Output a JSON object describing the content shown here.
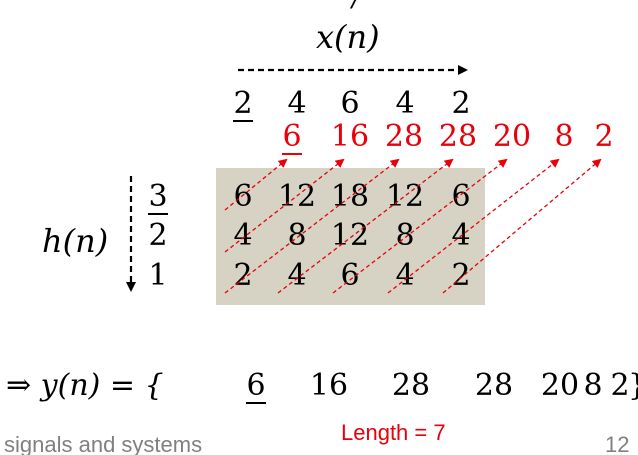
{
  "slide": {
    "top_fragment": "/",
    "x_label": "x(n)",
    "h_label": "h(n)",
    "x_values": [
      "2",
      "4",
      "6",
      "4",
      "2"
    ],
    "x_underlined_index": 0,
    "h_values": [
      "3",
      "2",
      "1"
    ],
    "h_underlined_index": 0,
    "product_grid": [
      [
        "6",
        "12",
        "18",
        "12",
        "6"
      ],
      [
        "4",
        "8",
        "12",
        "8",
        "4"
      ],
      [
        "2",
        "4",
        "6",
        "4",
        "2"
      ]
    ],
    "sums": [
      "6",
      "16",
      "28",
      "28",
      "20",
      "8",
      "2"
    ],
    "sums_underlined_index": 0,
    "result": {
      "prefix": "⇒ y(n) = {",
      "values": [
        "6",
        "16",
        "28",
        "28",
        "20",
        "8",
        "2"
      ],
      "underlined_index": 0,
      "suffix": "}"
    },
    "length_label": "Length = 7",
    "footer_left": "signals and systems",
    "page_number": "12"
  },
  "colors": {
    "text": "#000000",
    "sum_red": "#e8000b",
    "grid_fill": "#d6d3c4",
    "length_red": "#e8000b",
    "footer_gray": "#808080"
  }
}
